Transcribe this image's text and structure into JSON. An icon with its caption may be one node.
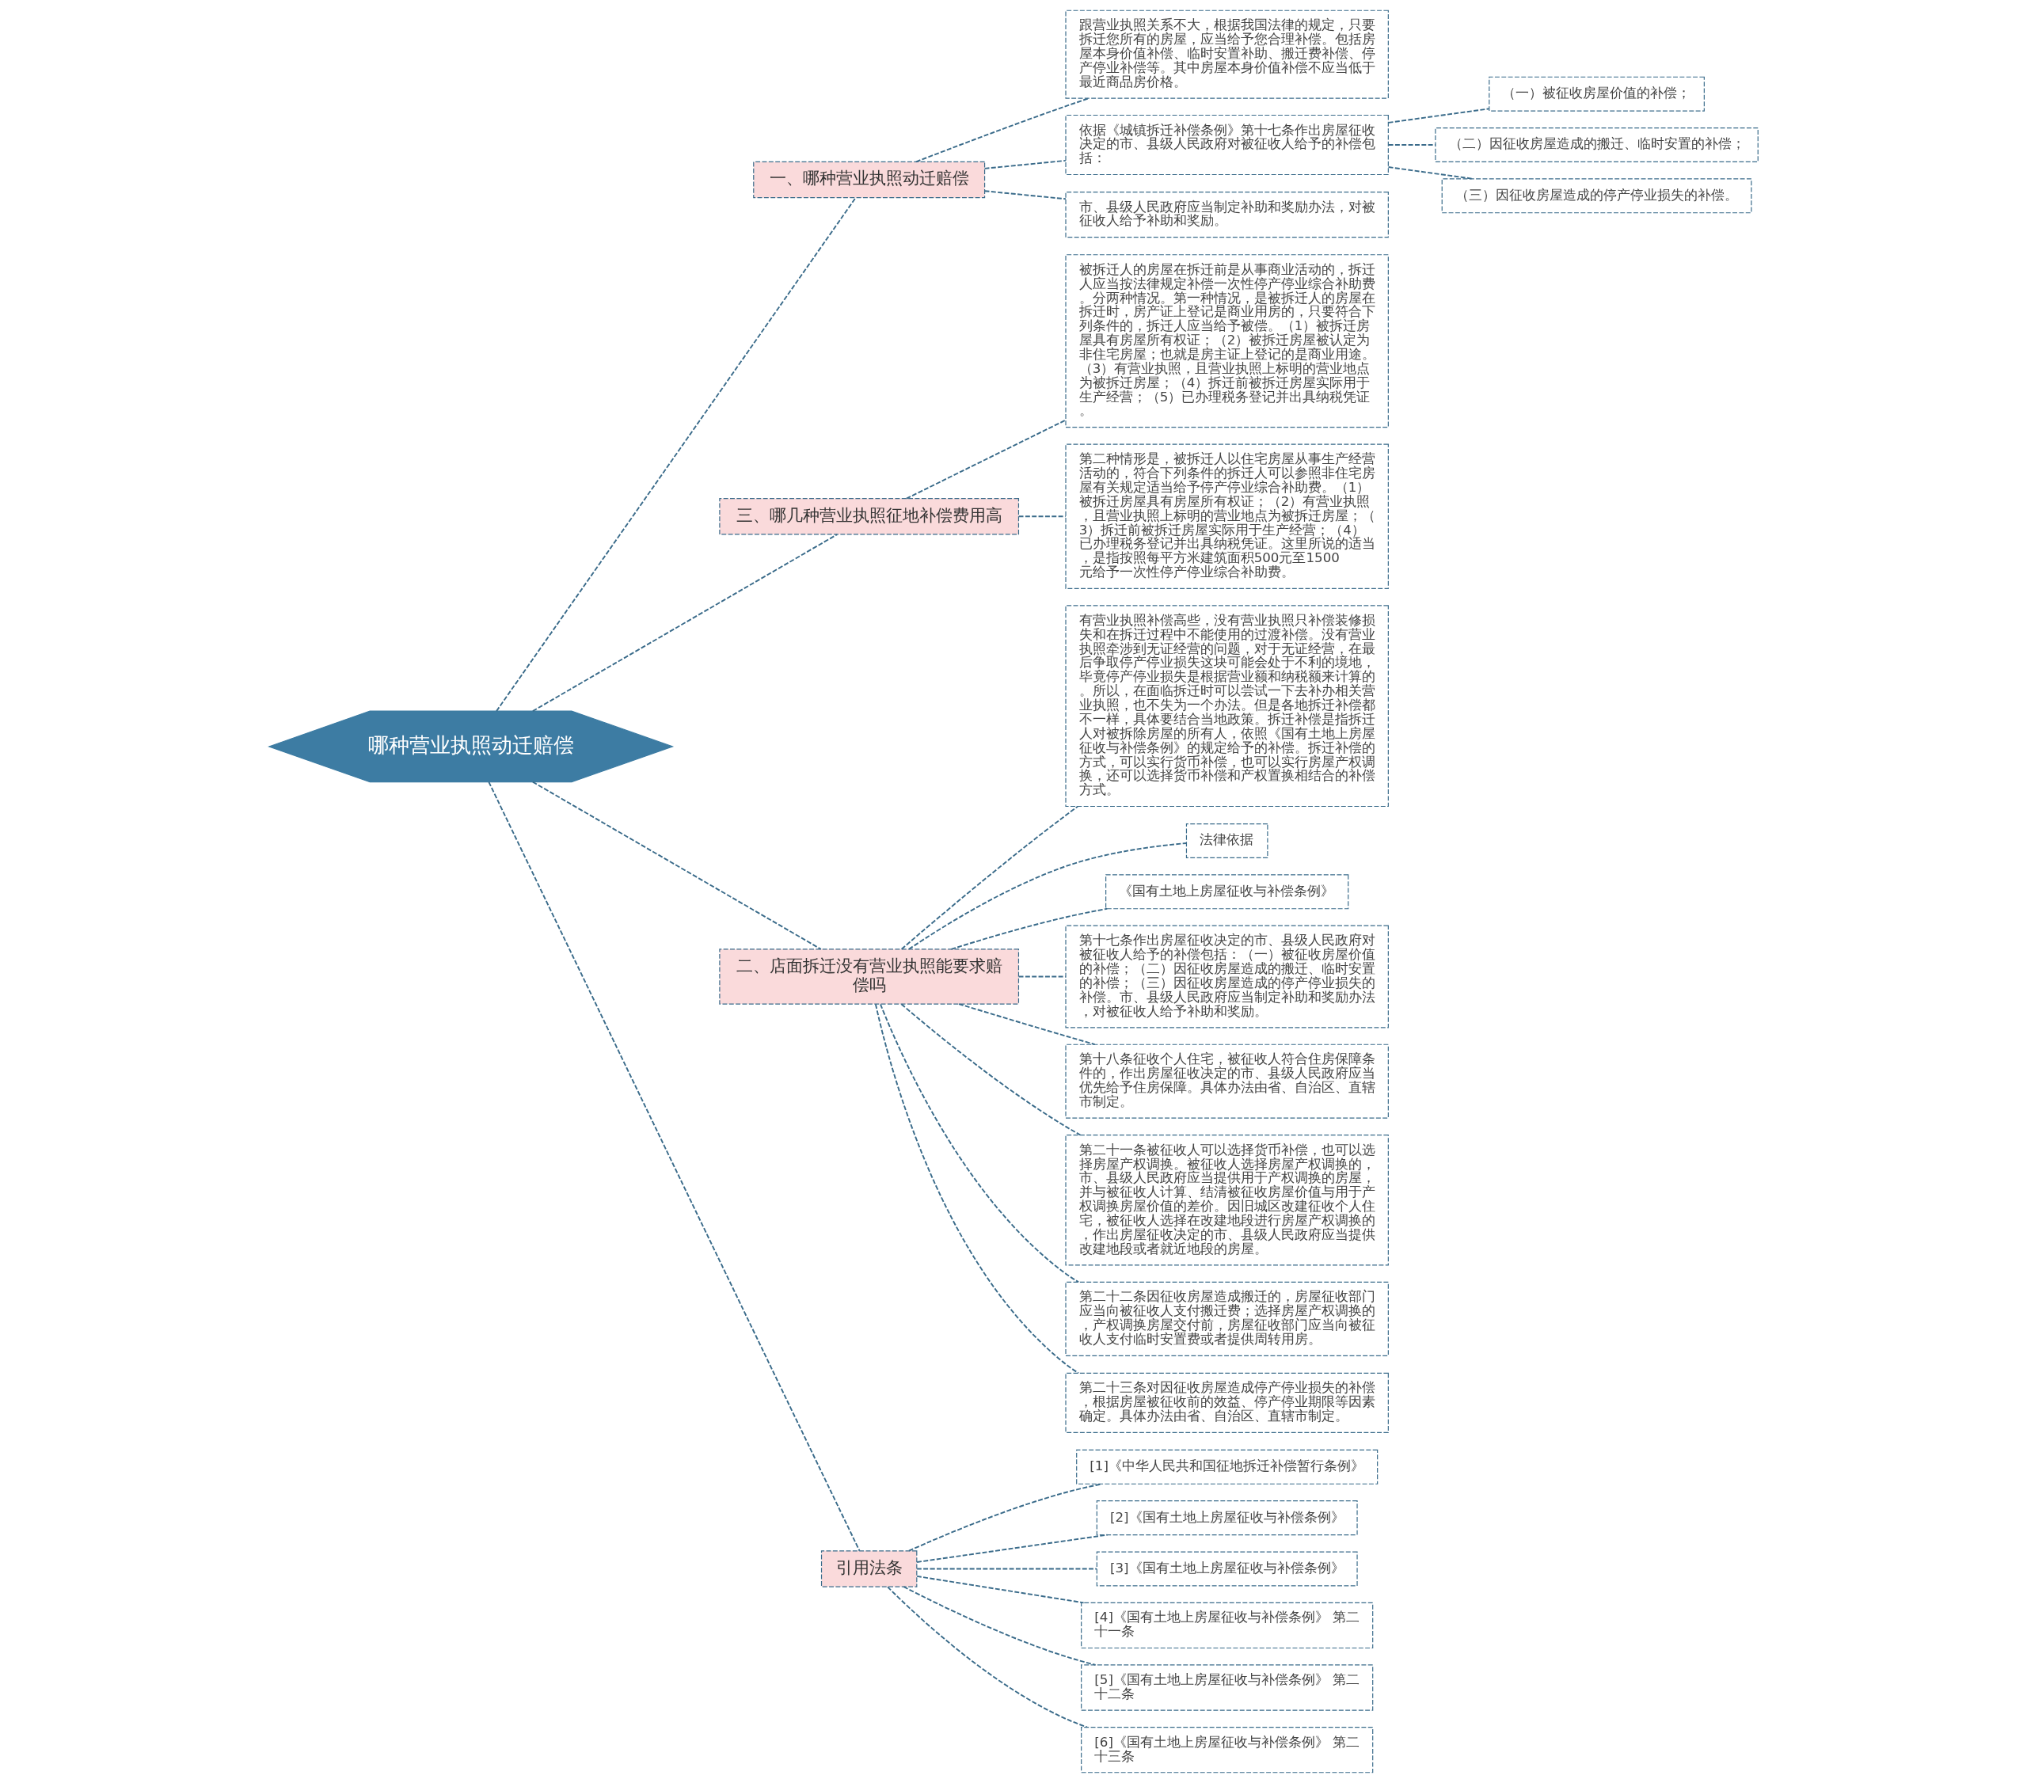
{
  "diagram": {
    "nodes": [
      {
        "text": [
          "哪种营业执照动迁赔偿"
        ]
      },
      {
        "text": [
          "一、哪种营业执照动迁赔偿"
        ]
      },
      {
        "text": [
          "跟营业执照关系不大，根据我国法律的规定，只要拆迁您所有的房屋，应当给予您合理补偿。包括房屋本身价值补偿、临时安置补助、搬迁费补偿、停产停业补偿等。其中房屋本身价值补偿不应当低于最近商品房价格。"
        ]
      },
      {
        "text": [
          "依据《城镇拆迁补偿条例》第十七条作出房屋征收决定的市、县级人民政府对被征收人给予的补偿包括："
        ]
      },
      {
        "text": [
          "（一）被征收房屋价值的补偿；"
        ]
      },
      {
        "text": [
          "（二）因征收房屋造成的搬迁、临时安置的补偿；"
        ]
      },
      {
        "text": [
          "（三）因征收房屋造成的停产停业损失的补偿。"
        ]
      },
      {
        "text": [
          "市、县级人民政府应当制定补助和奖励办法，对被征收人给予补助和奖励。"
        ]
      },
      {
        "text": [
          "三、哪几种营业执照征地补偿费用高"
        ]
      },
      {
        "text": [
          "被拆迁人的房屋在拆迁前是从事商业活动的，拆迁人应当按法律规定补偿一次性停产停业综合补助费。分两种情况。第一种情况，是被拆迁人的房屋在拆迁时，房产证上登记是商业用房的，只要符合下列条件的，拆迁人应当给予被偿。（1）被拆迁房屋具有房屋所有权证；（2）被拆迁房屋被认定为非住宅房屋；也就是房主证上登记的是商业用途。（3）有营业执照，且营业执照上标明的营业地点为被拆迁房屋；（4）拆迁前被拆迁房屋实际用于生产经营；（5）已办理税务登记并出具纳税凭证。"
        ]
      },
      {
        "text": [
          "第二种情形是，被拆迁人以住宅房屋从事生产经营活动的，符合下列条件的拆迁人可以参照非住宅房屋有关规定适当给予停产停业综合补助费。（1）被拆迁房屋具有房屋所有权证；（2）有营业执照，且营业执照上标明的营业地点为被拆迁房屋；（3）拆迁前被拆迁房屋实际用于生产经营；（4）已办理税务登记并出具纳税凭证。这里所说的适当，是指按照每平方米建筑面积500元至1500元给予一次性停产停业综合补助费。"
        ]
      },
      {
        "text": [
          "二、店面拆迁没有营业执照能要求赔偿吗"
        ]
      },
      {
        "text": [
          "有营业执照补偿高些，没有营业执照只补偿装修损失和在拆迁过程中不能使用的过渡补偿。没有营业执照牵涉到无证经营的问题，对于无证经营，在最后争取停产停业损失这块可能会处于不利的境地，毕竟停产停业损失是根据营业额和纳税额来计算的。所以，在面临拆迁时可以尝试一下去补办相关营业执照，也不失为一个办法。但是各地拆迁补偿都不一样，具体要结合当地政策。拆迁补偿是指拆迁人对被拆除房屋的所有人，依照《国有土地上房屋征收与补偿条例》的规定给予的补偿。拆迁补偿的方式，可以实行货币补偿，也可以实行房屋产权调换，还可以选择货币补偿和产权置换相结合的补偿方式。"
        ]
      },
      {
        "text": [
          "法律依据"
        ]
      },
      {
        "text": [
          "《国有土地上房屋征收与补偿条例》"
        ]
      },
      {
        "text": [
          "第十七条作出房屋征收决定的市、县级人民政府对被征收人给予的补偿包括：（一）被征收房屋价值的补偿；（二）因征收房屋造成的搬迁、临时安置的补偿；（三）因征收房屋造成的停产停业损失的补偿。市、县级人民政府应当制定补助和奖励办法，对被征收人给予补助和奖励。"
        ]
      },
      {
        "text": [
          "第十八条征收个人住宅，被征收人符合住房保障条件的，作出房屋征收决定的市、县级人民政府应当优先给予住房保障。具体办法由省、自治区、直辖市制定。"
        ]
      },
      {
        "text": [
          "第二十一条被征收人可以选择货币补偿，也可以选择房屋产权调换。被征收人选择房屋产权调换的，市、县级人民政府应当提供用于产权调换的房屋，并与被征收人计算、结清被征收房屋价值与用于产权调换房屋价值的差价。因旧城区改建征收个人住宅，被征收人选择在改建地段进行房屋产权调换的，作出房屋征收决定的市、县级人民政府应当提供改建地段或者就近地段的房屋。"
        ]
      },
      {
        "text": [
          "第二十二条因征收房屋造成搬迁的，房屋征收部门应当向被征收人支付搬迁费；选择房屋产权调换的，产权调换房屋交付前，房屋征收部门应当向被征收人支付临时安置费或者提供周转用房。"
        ]
      },
      {
        "text": [
          "第二十三条对因征收房屋造成停产停业损失的补偿，根据房屋被征收前的效益、停产停业期限等因素确定。具体办法由省、自治区、直辖市制定。"
        ]
      },
      {
        "text": [
          "引用法条"
        ]
      },
      {
        "text": [
          "[1]《中华人民共和国征地拆迁补偿暂行条例》"
        ]
      },
      {
        "text": [
          "[2]《国有土地上房屋征收与补偿条例》"
        ]
      },
      {
        "text": [
          "[3]《国有土地上房屋征收与补偿条例》"
        ]
      },
      {
        "text": [
          "[4]《国有土地上房屋征收与补偿条例》 第二十一条"
        ]
      },
      {
        "text": [
          "[5]《国有土地上房屋征收与补偿条例》 第二十二条"
        ]
      },
      {
        "text": [
          "[6]《国有土地上房屋征收与补偿条例》 第二十三条"
        ]
      }
    ],
    "edges": [
      {
        "from": 0,
        "to": 1,
        "arrow": "none",
        "style": "dashed"
      },
      {
        "from": 1,
        "to": 2,
        "arrow": "none",
        "style": "dashed"
      },
      {
        "from": 1,
        "to": 3,
        "arrow": "none",
        "style": "dashed"
      },
      {
        "from": 3,
        "to": 4,
        "arrow": "none",
        "style": "dashed"
      },
      {
        "from": 3,
        "to": 5,
        "arrow": "none",
        "style": "dashed"
      },
      {
        "from": 3,
        "to": 6,
        "arrow": "none",
        "style": "dashed"
      },
      {
        "from": 1,
        "to": 7,
        "arrow": "none",
        "style": "dashed"
      },
      {
        "from": 0,
        "to": 8,
        "arrow": "none",
        "style": "dashed"
      },
      {
        "from": 8,
        "to": 9,
        "arrow": "none",
        "style": "dashed"
      },
      {
        "from": 8,
        "to": 10,
        "arrow": "none",
        "style": "dashed"
      },
      {
        "from": 0,
        "to": 11,
        "arrow": "none",
        "style": "dashed"
      },
      {
        "from": 11,
        "to": 12,
        "arrow": "none",
        "style": "dashed"
      },
      {
        "from": 11,
        "to": 13,
        "arrow": "none",
        "style": "dashed"
      },
      {
        "from": 11,
        "to": 14,
        "arrow": "none",
        "style": "dashed"
      },
      {
        "from": 11,
        "to": 15,
        "arrow": "none",
        "style": "dashed"
      },
      {
        "from": 11,
        "to": 16,
        "arrow": "none",
        "style": "dashed"
      },
      {
        "from": 11,
        "to": 17,
        "arrow": "none",
        "style": "dashed"
      },
      {
        "from": 11,
        "to": 18,
        "arrow": "none",
        "style": "dashed"
      },
      {
        "from": 11,
        "to": 19,
        "arrow": "none",
        "style": "dashed"
      },
      {
        "from": 0,
        "to": 20,
        "arrow": "none",
        "style": "dashed"
      },
      {
        "from": 20,
        "to": 21,
        "arrow": "none",
        "style": "dashed"
      },
      {
        "from": 20,
        "to": 22,
        "arrow": "none",
        "style": "dashed"
      },
      {
        "from": 20,
        "to": 23,
        "arrow": "none",
        "style": "dashed"
      },
      {
        "from": 20,
        "to": 24,
        "arrow": "none",
        "style": "dashed"
      },
      {
        "from": 20,
        "to": 25,
        "arrow": "none",
        "style": "dashed"
      },
      {
        "from": 20,
        "to": 26,
        "arrow": "none",
        "style": "dashed"
      }
    ]
  }
}
